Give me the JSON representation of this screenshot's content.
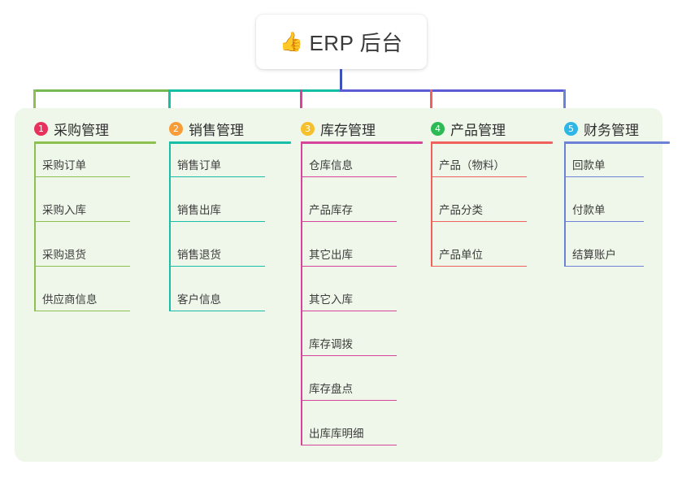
{
  "title": {
    "icon": "thumbs-up-icon",
    "icon_glyph": "👍",
    "text": "ERP 后台"
  },
  "colors": {
    "panel_bg": "#eef7e9",
    "card_bg": "#ffffff",
    "stem": "#3f51b5",
    "bar_left": "#76b852",
    "bar_mid": "#10bfa4",
    "bar_right": "#5b5bd6",
    "col1": "#8cc152",
    "col2": "#17bfa8",
    "col3": "#d6449b",
    "col4": "#f0605d",
    "col5": "#6b82d6",
    "badge1": "#e8315c",
    "badge2": "#f79c36",
    "badge3": "#f5c02b",
    "badge4": "#2cba55",
    "badge5": "#2eb7e6"
  },
  "columns": [
    {
      "index": "1",
      "badge_color": "#e8315c",
      "line_color": "#8cc152",
      "label": "采购管理",
      "items": [
        "采购订单",
        "采购入库",
        "采购退货",
        "供应商信息"
      ]
    },
    {
      "index": "2",
      "badge_color": "#f79c36",
      "line_color": "#17bfa8",
      "label": "销售管理",
      "items": [
        "销售订单",
        "销售出库",
        "销售退货",
        "客户信息"
      ]
    },
    {
      "index": "3",
      "badge_color": "#f5c02b",
      "line_color": "#d6449b",
      "label": "库存管理",
      "items": [
        "仓库信息",
        "产品库存",
        "其它出库",
        "其它入库",
        "库存调拨",
        "库存盘点",
        "出库库明细"
      ]
    },
    {
      "index": "4",
      "badge_color": "#2cba55",
      "line_color": "#f0605d",
      "label": "产品管理",
      "items": [
        "产品（物料）",
        "产品分类",
        "产品单位"
      ]
    },
    {
      "index": "5",
      "badge_color": "#2eb7e6",
      "line_color": "#6b82d6",
      "label": "财务管理",
      "items": [
        "回款单",
        "付款单",
        "结算账户"
      ]
    }
  ]
}
